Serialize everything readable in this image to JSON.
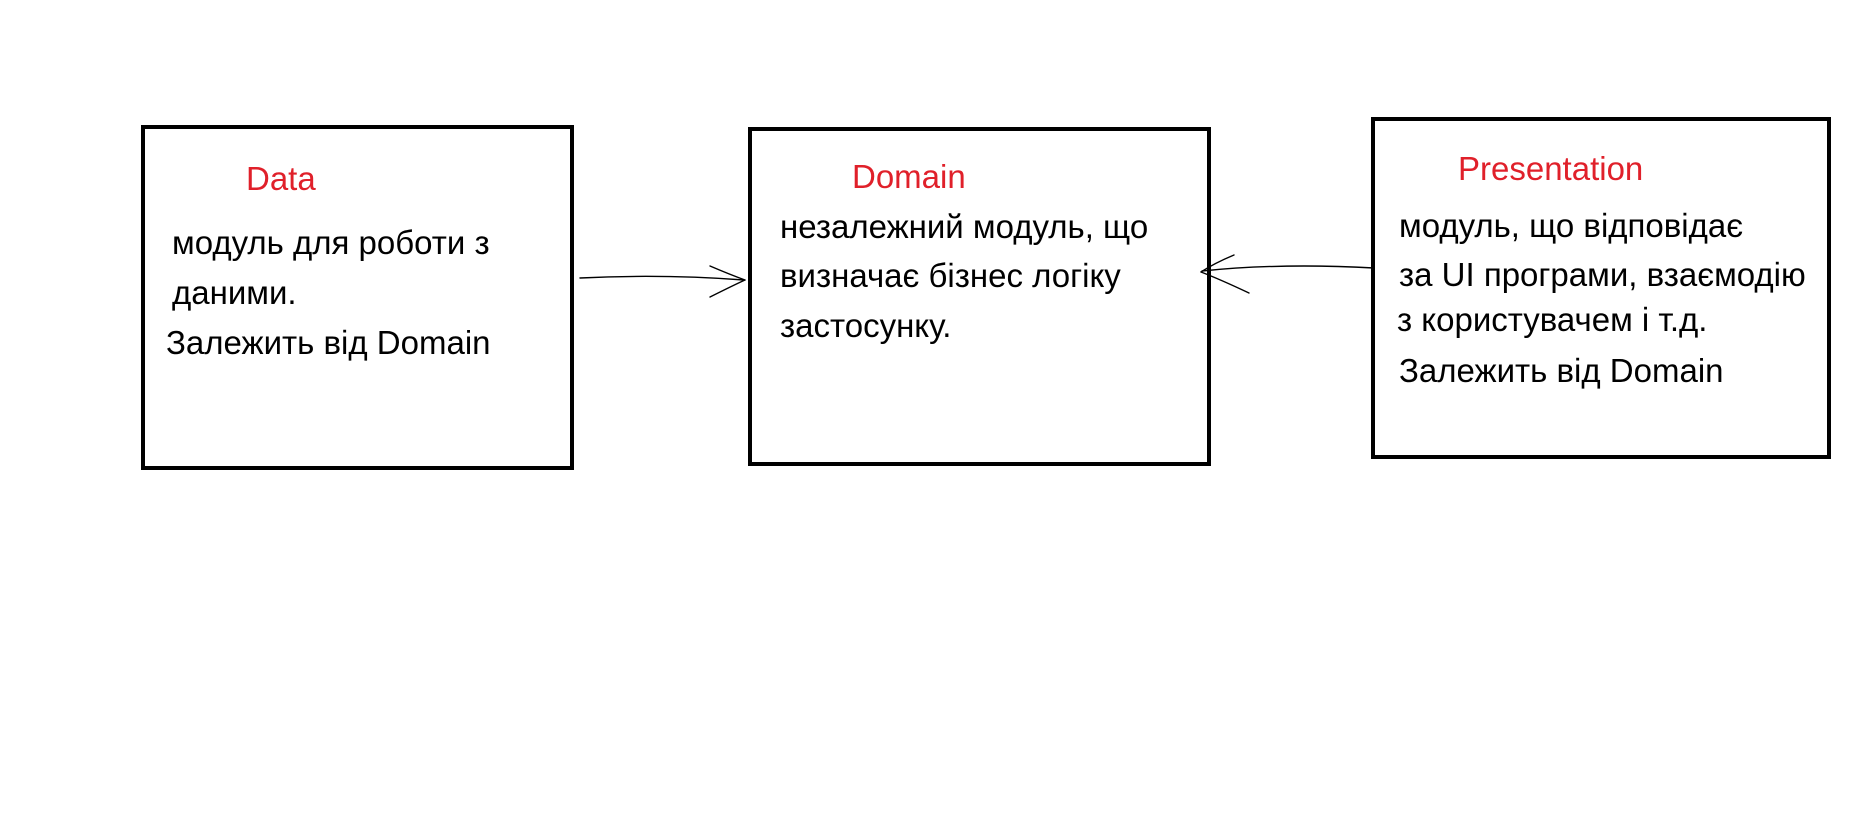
{
  "diagram": {
    "colors": {
      "title": "#e0202a",
      "text": "#000000",
      "border": "#000000",
      "background": "#ffffff"
    },
    "modules": [
      {
        "title": "Data",
        "lines": [
          "модуль для роботи з",
          "даними.",
          "Залежить від Domain"
        ]
      },
      {
        "title": "Domain",
        "lines": [
          "незалежний модуль, що",
          "визначає бізнес логіку",
          "застосунку."
        ]
      },
      {
        "title": "Presentation",
        "lines": [
          "модуль, що відповідає",
          "за UI програми, взаємодію",
          "з користувачем і т.д.",
          "Залежить від Domain"
        ]
      }
    ]
  }
}
